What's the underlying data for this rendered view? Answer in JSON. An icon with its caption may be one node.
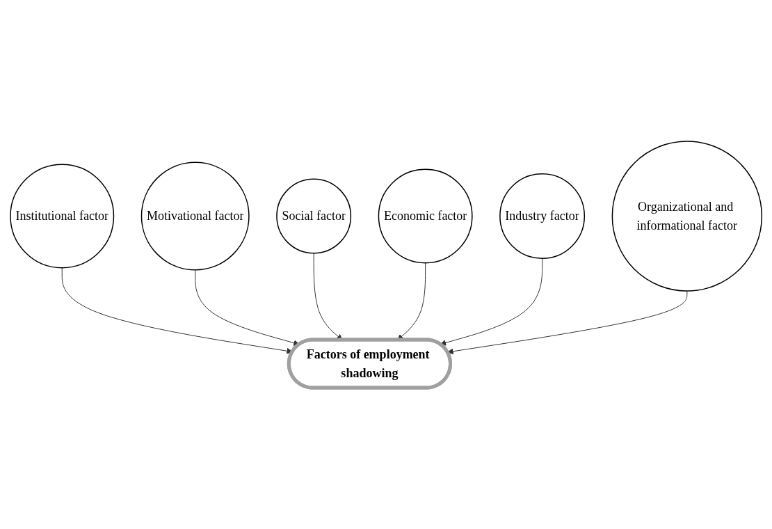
{
  "diagram": {
    "nodes": [
      {
        "text": [
          "Institutional factor"
        ]
      },
      {
        "text": [
          "Motivational factor"
        ]
      },
      {
        "text": [
          "Social factor"
        ]
      },
      {
        "text": [
          "Factors of employment shadowing"
        ]
      },
      {
        "text": [
          "Economic factor"
        ]
      },
      {
        "text": [
          "Industry factor"
        ]
      },
      {
        "text": [
          "Organizational and informational factor"
        ]
      }
    ],
    "edges": [
      {
        "from": 0,
        "to": 3,
        "arrow": "to"
      },
      {
        "from": 1,
        "to": 3,
        "arrow": "to"
      },
      {
        "from": 2,
        "to": 3,
        "arrow": "to"
      },
      {
        "from": 4,
        "to": 3,
        "arrow": "to"
      },
      {
        "from": 5,
        "to": 3,
        "arrow": "to"
      },
      {
        "from": 6,
        "to": 3,
        "arrow": "to"
      }
    ]
  }
}
